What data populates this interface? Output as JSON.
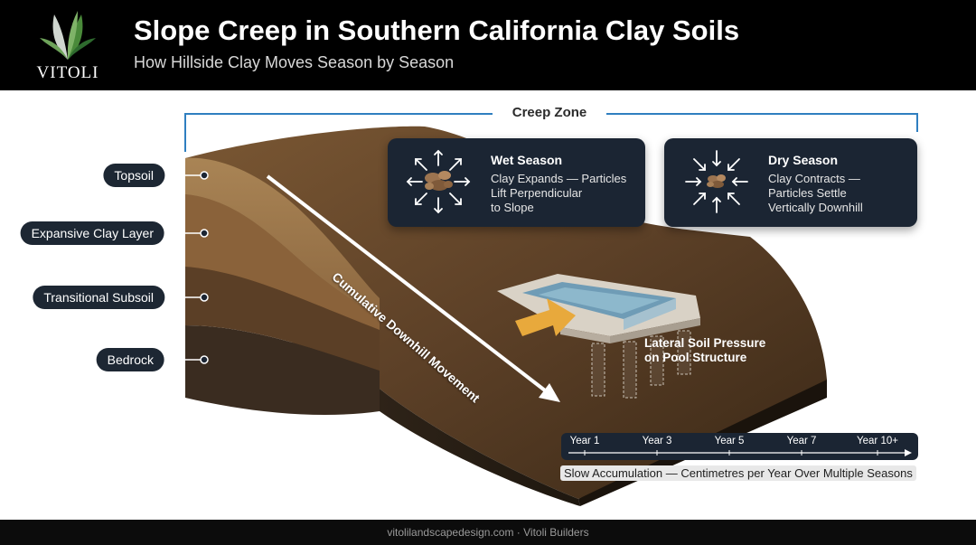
{
  "brand": {
    "logo_text": "VITOLI"
  },
  "header": {
    "title": "Slope Creep in Southern California Clay Soils",
    "subtitle": "How Hillside Clay Moves Season by Season"
  },
  "creep_zone": {
    "label": "Creep Zone"
  },
  "layers": [
    {
      "label": "Topsoil"
    },
    {
      "label": "Expansive Clay Layer"
    },
    {
      "label": "Transitional Subsoil"
    },
    {
      "label": "Bedrock"
    }
  ],
  "wet_season": {
    "title": "Wet Season",
    "lines": [
      "Clay Expands — Particles",
      "Lift Perpendicular",
      "to Slope"
    ]
  },
  "dry_season": {
    "title": "Dry Season",
    "lines": [
      "Clay Contracts —",
      "Particles Settle",
      "Vertically Downhill"
    ]
  },
  "movement_arrow": {
    "label": "Cumulative Downhill Movement"
  },
  "pool_pressure": {
    "lines": [
      "Lateral Soil Pressure",
      "on Pool Structure"
    ]
  },
  "timeline": {
    "years": [
      "Year 1",
      "Year 3",
      "Year 5",
      "Year 7",
      "Year 10+"
    ],
    "caption": "Slow Accumulation — Centimetres per Year Over Multiple Seasons"
  },
  "footer": {
    "text": "vitolilandscapedesign.com · Vitoli Builders"
  },
  "colors": {
    "header_bg": "#000000",
    "card_bg": "#1b2533",
    "bracket": "#2f7fc0",
    "pressure_arrow": "#e8a93c",
    "topsoil": "#a37a4c",
    "clay": "#8a623a",
    "subsoil": "#5b3f26",
    "bedrock": "#3a2c20"
  }
}
